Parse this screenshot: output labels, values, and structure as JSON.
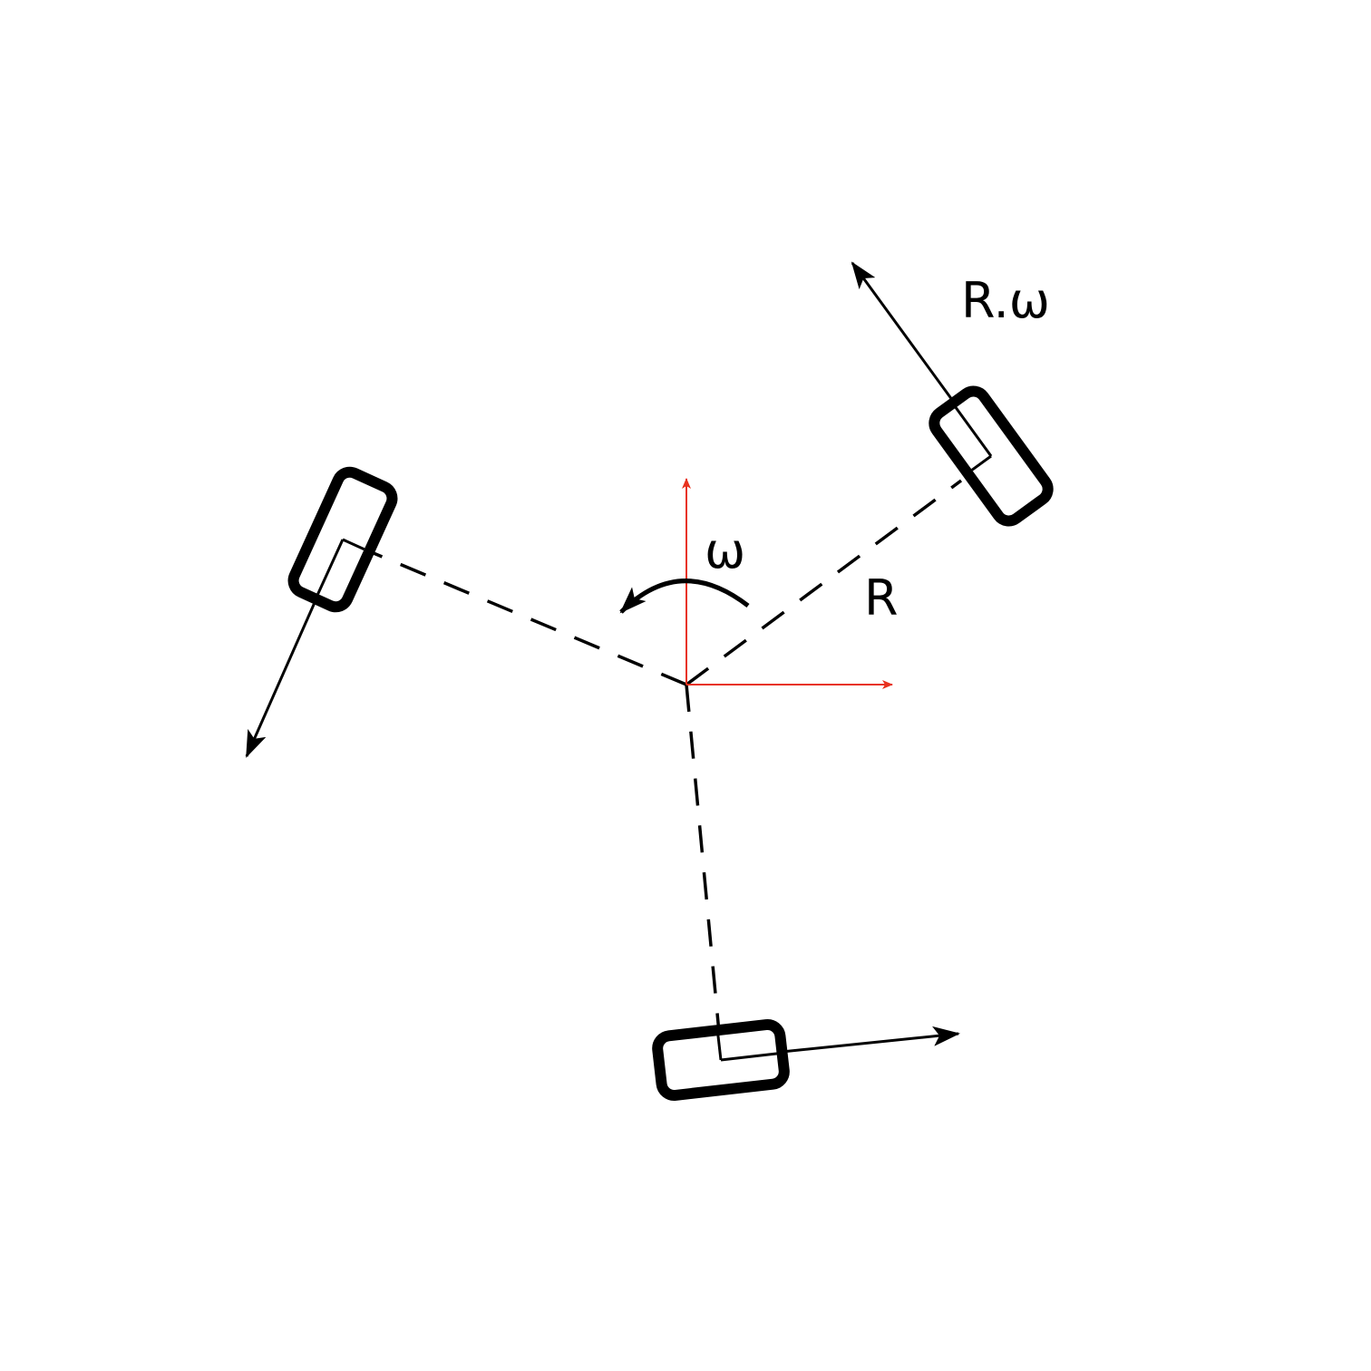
{
  "labels": {
    "omega": "ω",
    "radius": "R",
    "tangential_speed": "R.ω"
  },
  "colors": {
    "frame_axes": "#e8321e",
    "ink": "#000000",
    "background": "#ffffff"
  }
}
